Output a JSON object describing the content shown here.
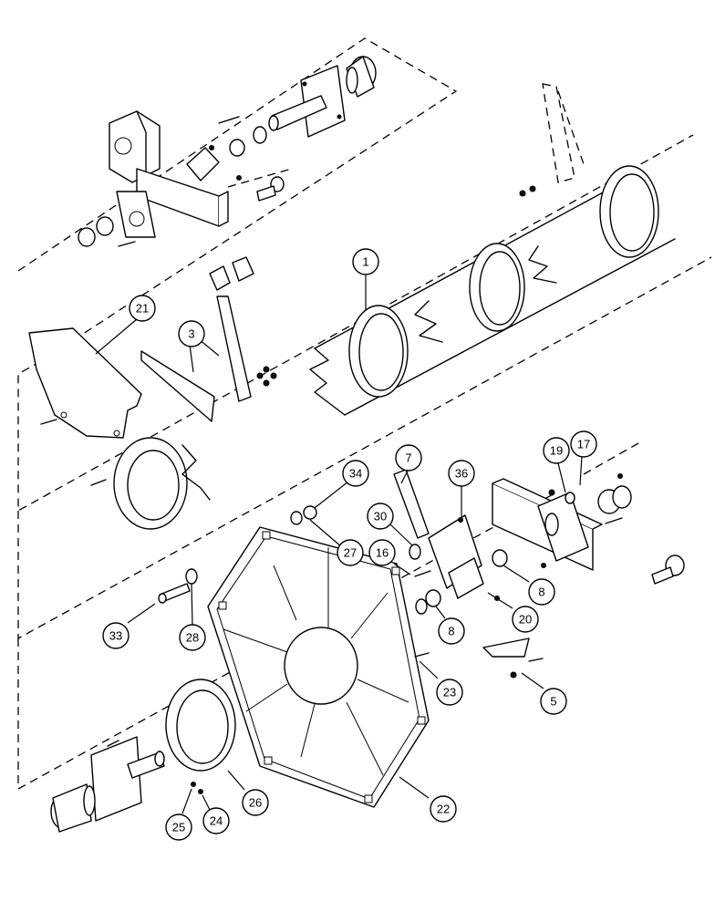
{
  "callouts": [
    {
      "label": "1"
    },
    {
      "label": "21"
    },
    {
      "label": "3"
    },
    {
      "label": "7"
    },
    {
      "label": "36"
    },
    {
      "label": "19"
    },
    {
      "label": "17"
    },
    {
      "label": "34"
    },
    {
      "label": "30"
    },
    {
      "label": "27"
    },
    {
      "label": "16"
    },
    {
      "label": "8"
    },
    {
      "label": "20"
    },
    {
      "label": "8"
    },
    {
      "label": "33"
    },
    {
      "label": "28"
    },
    {
      "label": "23"
    },
    {
      "label": "5"
    },
    {
      "label": "26"
    },
    {
      "label": "25"
    },
    {
      "label": "24"
    },
    {
      "label": "22"
    }
  ]
}
